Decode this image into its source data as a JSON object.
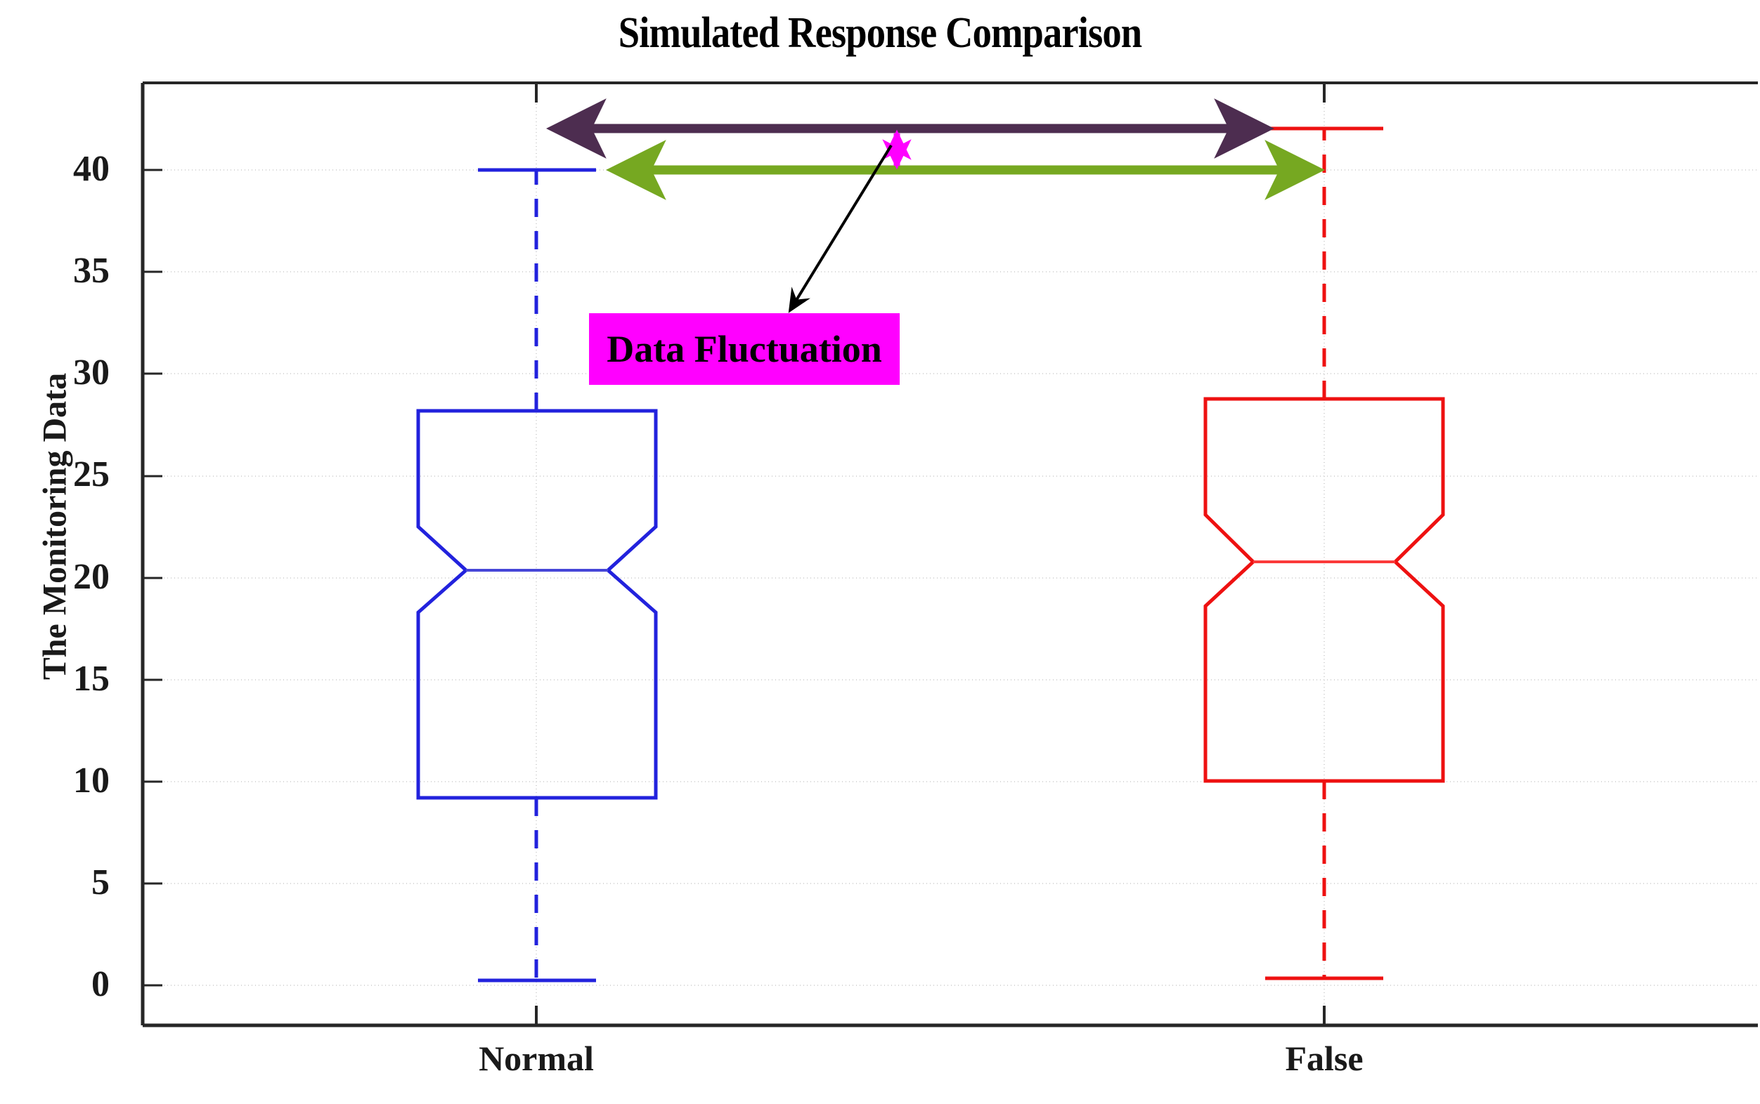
{
  "chart_data": {
    "type": "box",
    "title": "Simulated Response Comparison",
    "xlabel": "",
    "ylabel": "The Monitoring Data",
    "categories": [
      "Normal",
      "False"
    ],
    "ytick_labels": [
      "0",
      "5",
      "10",
      "15",
      "20",
      "25",
      "30",
      "35",
      "40"
    ],
    "ytick_values": [
      0,
      5,
      10,
      15,
      20,
      25,
      30,
      35,
      40
    ],
    "ylim": [
      -1.5,
      44.8
    ],
    "grid": true,
    "legend": "none",
    "notched": true,
    "series": [
      {
        "name": "Normal",
        "color": "#2222dd",
        "whisker_low": 0.24,
        "q1": 9.2,
        "median": 20.45,
        "q3": 28.25,
        "whisker_high": 40.0,
        "notch_low": 18.35,
        "notch_high": 22.5
      },
      {
        "name": "False",
        "color": "#ee1111",
        "whisker_low": 0.35,
        "q1": 10.1,
        "median": 20.85,
        "q3": 28.8,
        "whisker_high": 42.1,
        "notch_low": 18.75,
        "notch_high": 22.85
      }
    ],
    "annotations": [
      {
        "name": "data-fluctuation-label",
        "text": "Data Fluctuation",
        "background": "#ff00ff",
        "text_color": "#000000"
      },
      {
        "name": "purple-span-arrow",
        "color": "#4d2d50",
        "y_value": 42.1,
        "from_category": "False",
        "to_category": "Normal",
        "double_headed": true
      },
      {
        "name": "green-span-arrow",
        "color": "#76a821",
        "y_value": 40.0,
        "from_category": "False",
        "to_category": "Normal",
        "double_headed": true
      },
      {
        "name": "magenta-gap-arrow",
        "color": "#ff00ff",
        "y_from": 40.0,
        "y_to": 42.1,
        "double_headed": true
      },
      {
        "name": "callout-pointer",
        "color": "#000000"
      }
    ],
    "colors": {
      "normal_box": "#2222dd",
      "false_box": "#ee1111",
      "purple_arrow": "#4d2d50",
      "green_arrow": "#76a821",
      "magenta_accent": "#ff00ff",
      "axis": "#262626",
      "grid": "#d9d9d9",
      "background": "#ffffff"
    }
  }
}
